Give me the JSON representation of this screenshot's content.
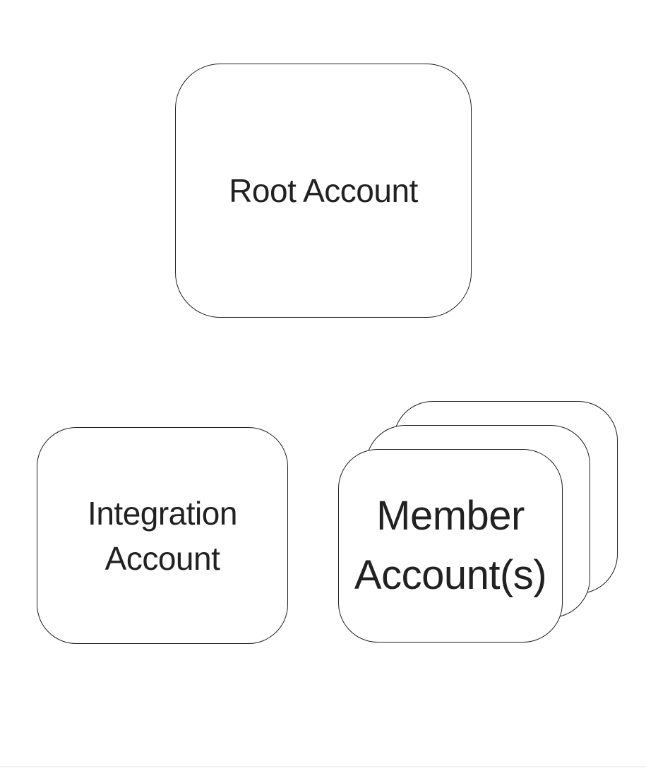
{
  "diagram": {
    "nodes": {
      "root": {
        "label": "Root Account"
      },
      "integration": {
        "label_lines": [
          "Integration",
          "Account"
        ]
      },
      "member": {
        "label_lines": [
          "Member",
          "Account(s)"
        ],
        "stack_count": 3
      }
    },
    "colors": {
      "background": "#ffffff",
      "node_fill": "#ffffff",
      "node_stroke": "#1f1f1f",
      "text": "#212121",
      "bottom_divider": "#f0f0f1"
    }
  }
}
